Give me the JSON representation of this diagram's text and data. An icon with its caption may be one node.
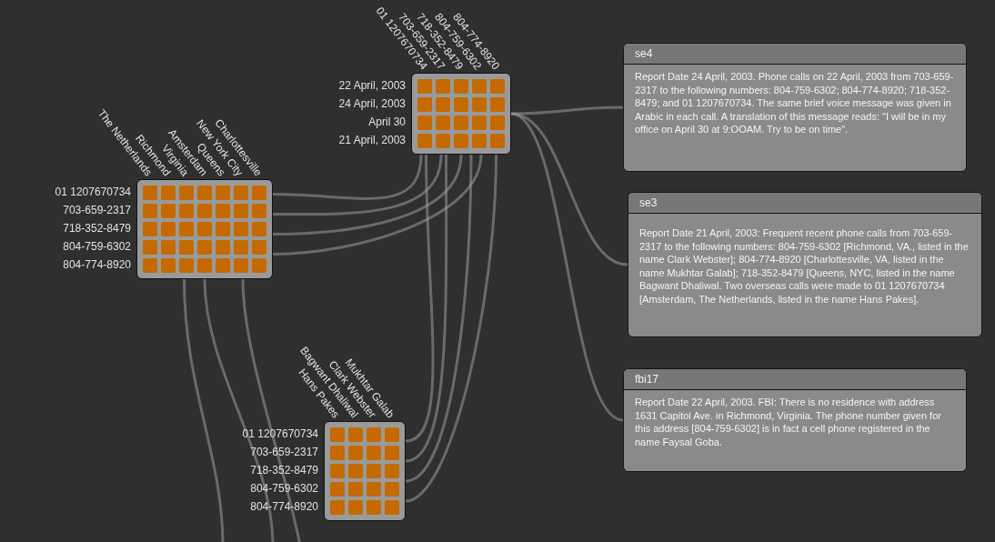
{
  "diagram": {
    "nodes": [
      {
        "text": [],
        "shape": "box",
        "beside": [
          "01 1207670734",
          "703-659-2317",
          "718-352-8479",
          "804-759-6302",
          "804-774-8920",
          "22 April, 2003",
          "24 April, 2003",
          "April 30",
          "21 April, 2003"
        ]
      },
      {
        "text": [
          "se4",
          "Report Date 24 April, 2003. Phone calls on 22 April, 2003 from 703-659-2317 to the following numbers: 804-759-6302; 804-774-8920; 718-352-8479; and 01 1207670734. The same brief voice message was given in Arabic in each call. A translation of this message reads: \"I will be in my office on April 30 at 9:OOAM. Try to be on time\"."
        ]
      },
      {
        "text": [],
        "shape": "box",
        "beside": [
          "The Netherlands",
          "Richmond",
          "Virginia",
          "Amsterdam",
          "Queens",
          "New York City",
          "Charlottesville",
          "01 1207670734",
          "703-659-2317",
          "718-352-8479",
          "804-759-6302",
          "804-774-8920"
        ]
      },
      {
        "text": [
          "se3",
          "Report Date 21 April, 2003: Frequent recent phone calls from 703-659-2317 to the following numbers: 804-759-6302 [Richmond, VA., listed in the name Clark Webster]; 804-774-8920 [Charlottesville, VA, listed in the name Mukhtar Galab]; 718-352-8479 [Queens, NYC, listed in the name Bagwant Dhaliwal. Two overseas calls were made to 01 1207670734 [Amsterdam, The Netherlands, listed in the name Hans Pakes]."
        ]
      },
      {
        "text": [
          "fbi17",
          "Report Date 22 April, 2003. FBI: There is no residence with address 1631 Capitol Ave. in Richmond, Virginia. The phone number given for this address [804-759-6302] is in fact a cell phone registered in the name Faysal Goba."
        ]
      },
      {
        "text": [],
        "shape": "box",
        "beside": [
          "Hans Pakes",
          "Bagwant Dhaliwal",
          "Clark Webster",
          "Mukhtar Galab",
          "01 1207670734",
          "703-659-2317",
          "718-352-8479",
          "804-759-6302",
          "804-774-8920"
        ]
      }
    ],
    "edges": [
      {
        "from": 0,
        "to": 1,
        "arrow": "none"
      },
      {
        "from": 0,
        "to": 3,
        "arrow": "none"
      },
      {
        "from": 0,
        "to": 4,
        "arrow": "none"
      },
      {
        "from": 2,
        "to": 0,
        "arrow": "none"
      },
      {
        "from": 2,
        "to": 0,
        "arrow": "none"
      },
      {
        "from": 2,
        "to": 0,
        "arrow": "none"
      },
      {
        "from": 2,
        "to": 0,
        "arrow": "none"
      },
      {
        "from": 0,
        "to": 5,
        "arrow": "none"
      },
      {
        "from": 0,
        "to": 5,
        "arrow": "none"
      },
      {
        "from": 0,
        "to": 5,
        "arrow": "none"
      },
      {
        "from": 0,
        "to": 5,
        "arrow": "none"
      },
      {
        "from": 2,
        "to": null,
        "arrow": "none"
      },
      {
        "from": 2,
        "to": null,
        "arrow": "none"
      },
      {
        "from": 2,
        "to": null,
        "arrow": "none"
      }
    ]
  }
}
